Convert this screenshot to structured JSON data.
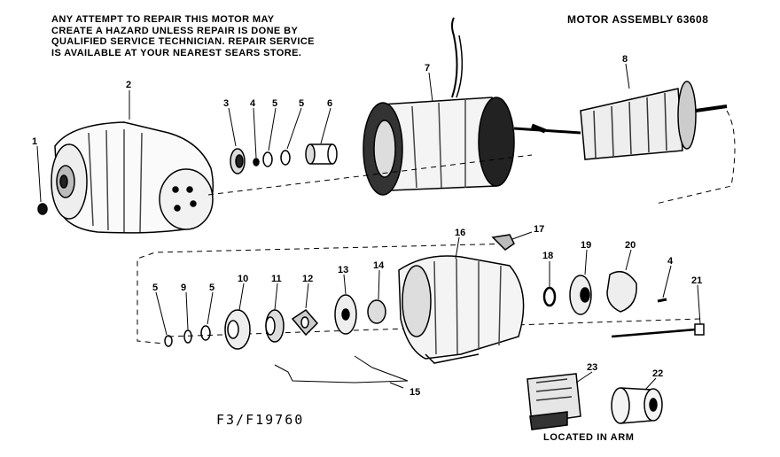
{
  "warning_lines": [
    "ANY ATTEMPT TO REPAIR THIS MOTOR MAY",
    "CREATE A HAZARD UNLESS REPAIR IS DONE BY",
    "QUALIFIED SERVICE TECHNICIAN. REPAIR SERVICE",
    "IS AVAILABLE AT YOUR NEAREST SEARS STORE."
  ],
  "title": "MOTOR ASSEMBLY 63608",
  "model_number": "F3/F19760",
  "located_note": "LOCATED IN ARM",
  "part_labels": {
    "p1": "1",
    "p2": "2",
    "p3": "3",
    "p4a": "4",
    "p5a": "5",
    "p5b": "5",
    "p6": "6",
    "p7": "7",
    "p8": "8",
    "p5c": "5",
    "p9": "9",
    "p5d": "5",
    "p10": "10",
    "p11": "11",
    "p12": "12",
    "p13": "13",
    "p14": "14",
    "p15": "15",
    "p16": "16",
    "p17": "17",
    "p18": "18",
    "p19": "19",
    "p20": "20",
    "p4b": "4",
    "p21": "21",
    "p22": "22",
    "p23": "23"
  }
}
